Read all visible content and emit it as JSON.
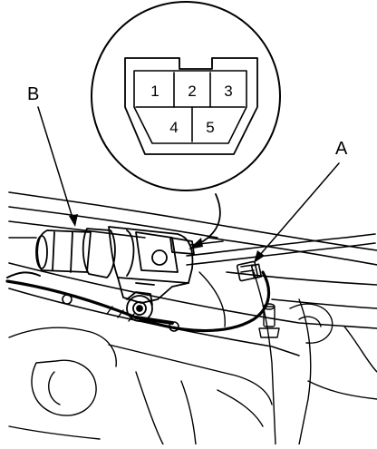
{
  "callouts": {
    "a": "A",
    "b": "B"
  },
  "connector": {
    "pins": [
      "1",
      "2",
      "3",
      "4",
      "5"
    ]
  },
  "colors": {
    "ink": "#000000",
    "paper": "#ffffff"
  }
}
